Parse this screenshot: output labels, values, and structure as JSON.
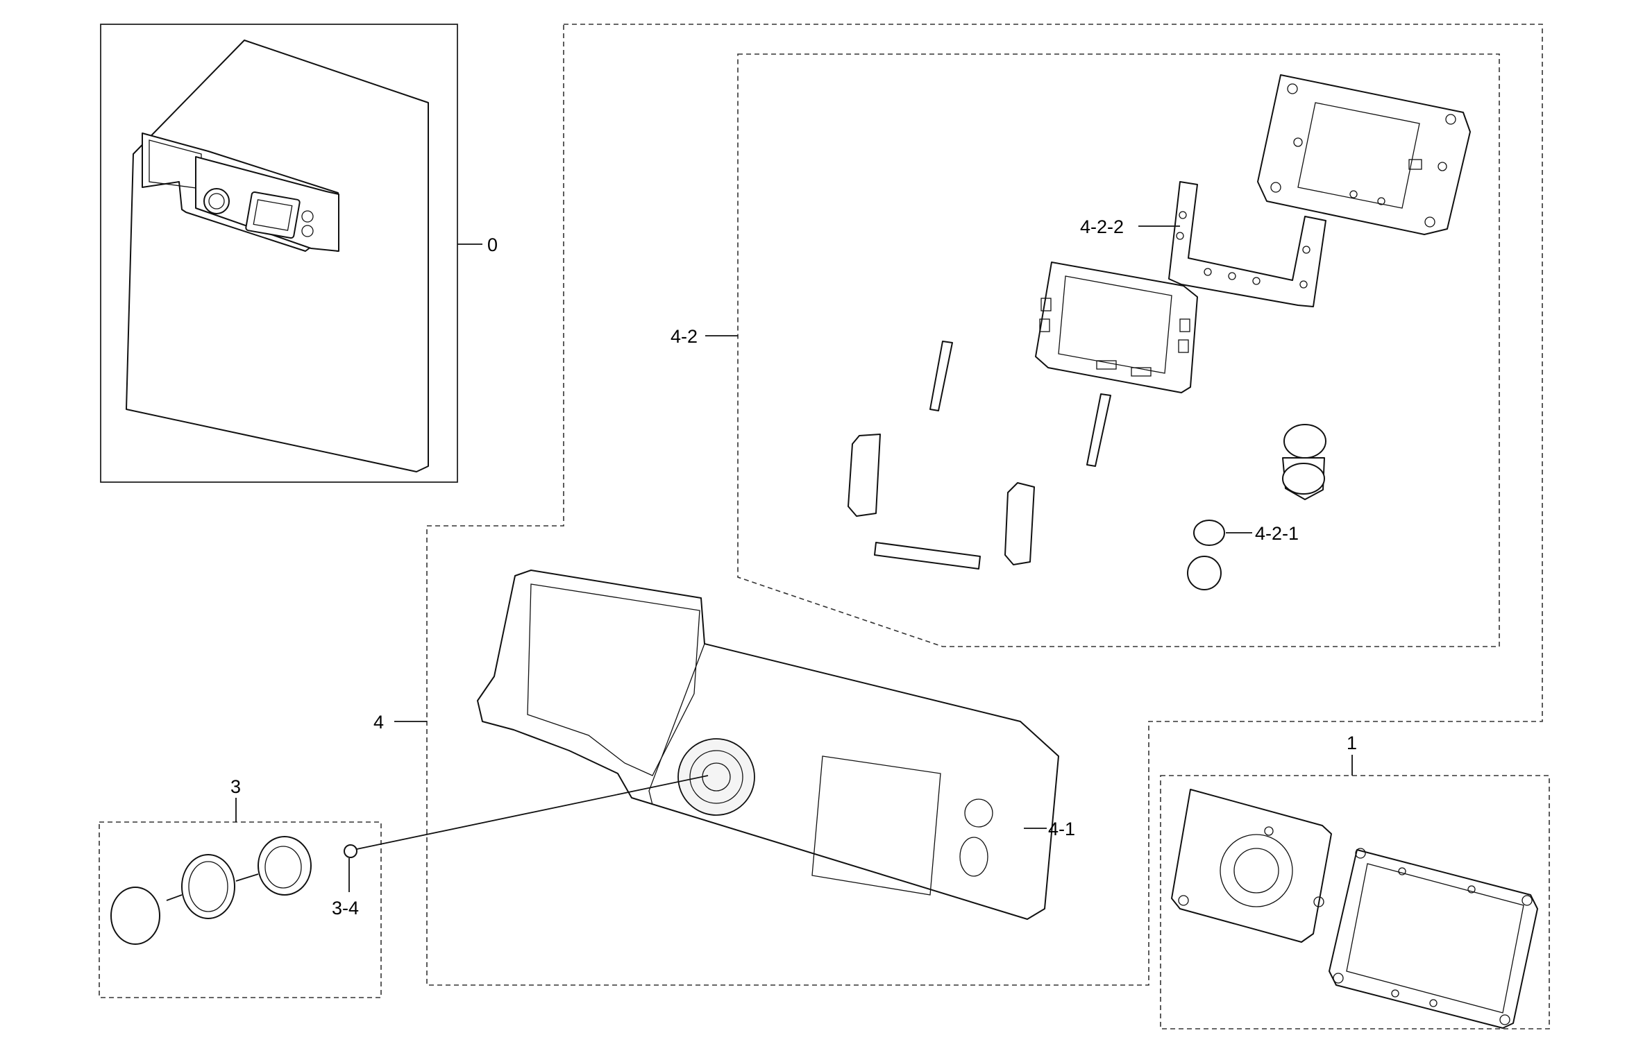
{
  "labels": {
    "l0": "0",
    "l1": "1",
    "l3": "3",
    "l3_4": "3-4",
    "l4": "4",
    "l4_1": "4-1",
    "l4_2": "4-2",
    "l4_2_1": "4-2-1",
    "l4_2_2": "4-2-2"
  }
}
